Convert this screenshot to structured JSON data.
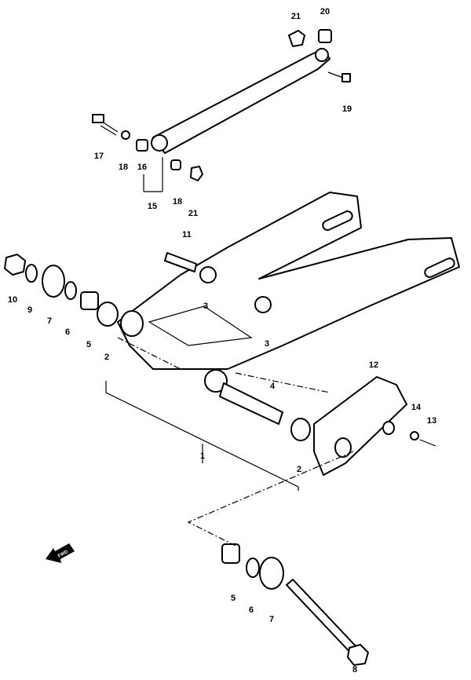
{
  "diagram": {
    "direction_marker": "FWD",
    "callouts": [
      {
        "id": "c21a",
        "text": "21"
      },
      {
        "id": "c20",
        "text": "20"
      },
      {
        "id": "c19",
        "text": "19"
      },
      {
        "id": "c17",
        "text": "17"
      },
      {
        "id": "c18a",
        "text": "18"
      },
      {
        "id": "c16",
        "text": "16"
      },
      {
        "id": "c15",
        "text": "15"
      },
      {
        "id": "c18b",
        "text": "18"
      },
      {
        "id": "c21b",
        "text": "21"
      },
      {
        "id": "c11",
        "text": "11"
      },
      {
        "id": "c10",
        "text": "10"
      },
      {
        "id": "c9",
        "text": "9"
      },
      {
        "id": "c7a",
        "text": "7"
      },
      {
        "id": "c6a",
        "text": "6"
      },
      {
        "id": "c5a",
        "text": "5"
      },
      {
        "id": "c2a",
        "text": "2"
      },
      {
        "id": "c3a",
        "text": "3"
      },
      {
        "id": "c3b",
        "text": "3"
      },
      {
        "id": "c12",
        "text": "12"
      },
      {
        "id": "c4",
        "text": "4"
      },
      {
        "id": "c14",
        "text": "14"
      },
      {
        "id": "c13",
        "text": "13"
      },
      {
        "id": "c1",
        "text": "1"
      },
      {
        "id": "c2b",
        "text": "2"
      },
      {
        "id": "c5b",
        "text": "5"
      },
      {
        "id": "c6b",
        "text": "6"
      },
      {
        "id": "c7b",
        "text": "7"
      },
      {
        "id": "c8",
        "text": "8"
      }
    ]
  }
}
